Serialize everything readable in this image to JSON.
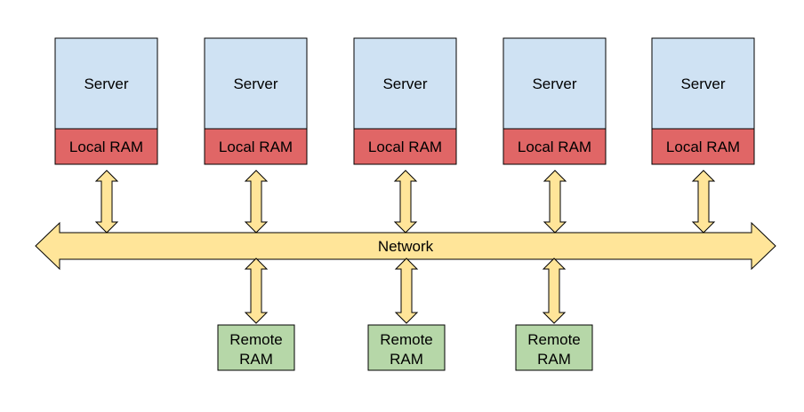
{
  "colors": {
    "server_fill": "#cfe2f3",
    "local_ram_fill": "#e06666",
    "remote_ram_fill": "#b6d7a8",
    "arrow_fill": "#ffe599",
    "stroke": "#000000"
  },
  "network": {
    "label": "Network"
  },
  "servers": [
    {
      "label": "Server",
      "ram_label": "Local RAM"
    },
    {
      "label": "Server",
      "ram_label": "Local RAM"
    },
    {
      "label": "Server",
      "ram_label": "Local RAM"
    },
    {
      "label": "Server",
      "ram_label": "Local RAM"
    },
    {
      "label": "Server",
      "ram_label": "Local RAM"
    }
  ],
  "remote_ram": [
    {
      "line1": "Remote",
      "line2": "RAM"
    },
    {
      "line1": "Remote",
      "line2": "RAM"
    },
    {
      "line1": "Remote",
      "line2": "RAM"
    }
  ]
}
